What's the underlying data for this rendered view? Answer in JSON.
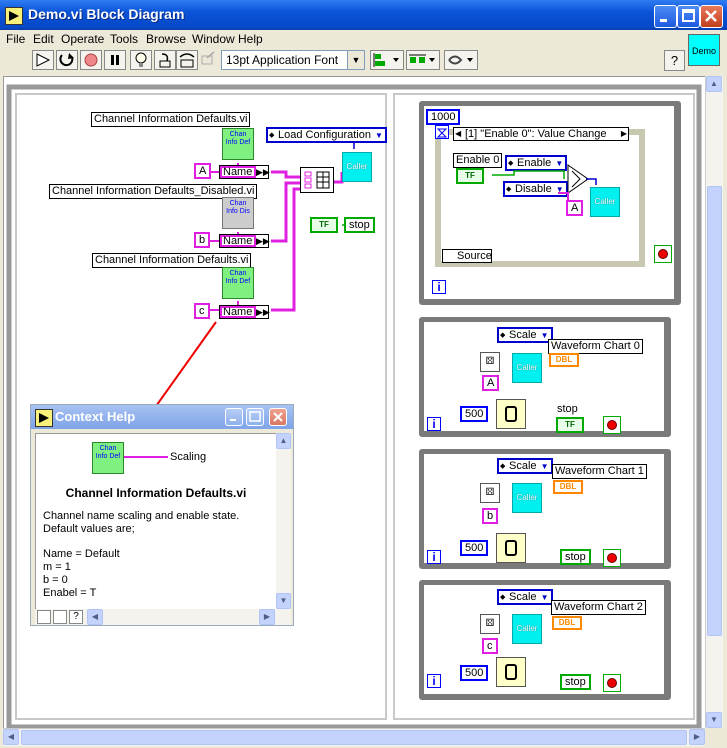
{
  "window": {
    "title": "Demo.vi Block Diagram"
  },
  "menu": {
    "items": [
      "File",
      "Edit",
      "Operate",
      "Tools",
      "Browse",
      "Window",
      "Help"
    ]
  },
  "toolbar": {
    "font": "13pt Application Font",
    "help": "?"
  },
  "vi_icon": {
    "label": "Demo"
  },
  "left_diagram": {
    "subvi1": {
      "label": "Channel Information Defaults.vi",
      "icon": "Chan Info Def"
    },
    "subvi2": {
      "label": "Channel Information Defaults_Disabled.vi",
      "icon": "Chan Info Dis"
    },
    "subvi3": {
      "label": "Channel Information Defaults.vi",
      "icon": "Chan Info Def"
    },
    "const_a": "A",
    "const_b": "b",
    "const_c": "c",
    "unbundle_name": "Name",
    "ring_load": "Load Configuration",
    "caller": "Caller",
    "bool_tf": "TF",
    "stop_label": "stop"
  },
  "event_loop": {
    "timeout": "1000",
    "case_header": "[1] \"Enable 0\": Value Change",
    "enable_label": "Enable 0",
    "enable_ring": "Enable",
    "disable_ring": "Disable",
    "bool_tf": "TF",
    "const_a": "A",
    "caller": "Caller",
    "source": "Source",
    "iter": "i"
  },
  "loops": [
    {
      "ring": "Scale",
      "chart": "Waveform Chart 0",
      "const": "A",
      "wait": "500",
      "caller": "Caller",
      "dbl": "DBL",
      "stop": "stop",
      "bool": "TF",
      "iter": "i"
    },
    {
      "ring": "Scale",
      "chart": "Waveform Chart 1",
      "const": "b",
      "wait": "500",
      "caller": "Caller",
      "dbl": "DBL",
      "stop": "stop",
      "iter": "i"
    },
    {
      "ring": "Scale",
      "chart": "Waveform Chart 2",
      "const": "c",
      "wait": "500",
      "caller": "Caller",
      "dbl": "DBL",
      "stop": "stop",
      "iter": "i"
    }
  ],
  "context_help": {
    "title": "Context Help",
    "icon": "Chan Info Def",
    "output": "Scaling",
    "vi_name": "Channel Information Defaults.vi",
    "desc1": "Channel name scaling and enable state.",
    "desc2": "Default values are;",
    "line1": "Name = Default",
    "line2": "m = 1",
    "line3": "b = 0",
    "line4": "Enabel = T"
  }
}
